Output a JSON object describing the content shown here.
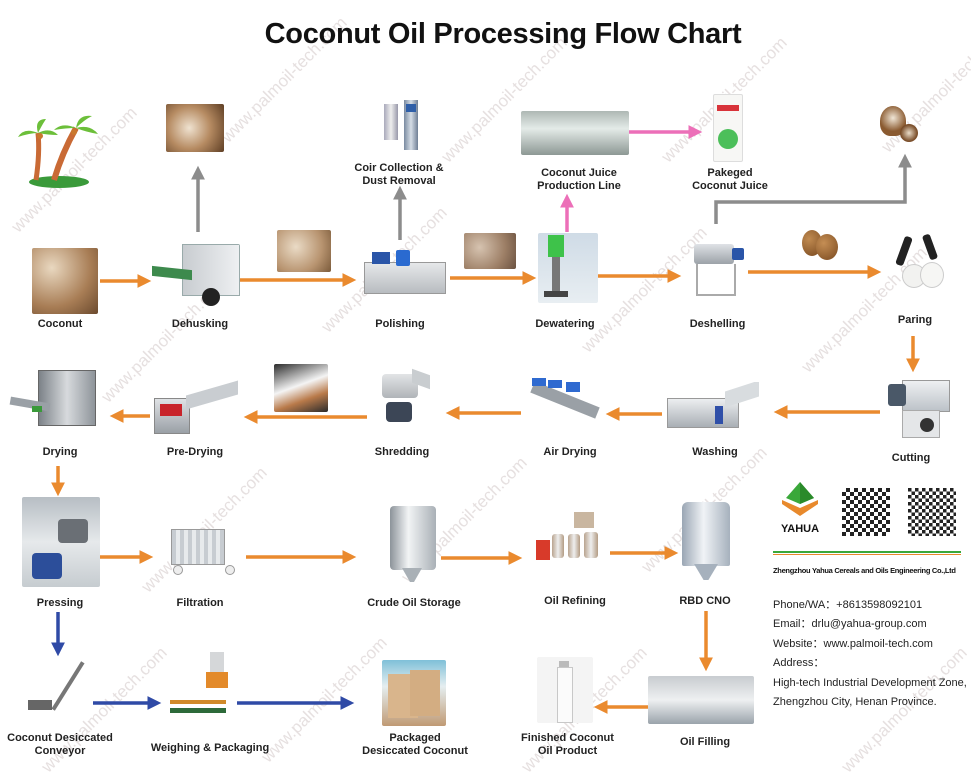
{
  "title": "Coconut Oil Processing Flow Chart",
  "watermark": "www.palmoil-tech.com",
  "colors": {
    "main_flow": "#ea8a2e",
    "byproduct": "#8c8c8c",
    "juice": "#ec6fb8",
    "desiccated": "#2f4aa6",
    "logo_green": "#3aa83a",
    "logo_orange": "#e8892c"
  },
  "nodes": {
    "coconut_tree": {
      "label": ""
    },
    "coconut": {
      "label": "Coconut"
    },
    "husk": {
      "label": ""
    },
    "dehusking": {
      "label": "Dehusking"
    },
    "dehusked": {
      "label": ""
    },
    "coir": {
      "label": "Coir Collection &",
      "label2": "Dust Removal"
    },
    "polishing": {
      "label": "Polishing"
    },
    "polished": {
      "label": ""
    },
    "juice_line": {
      "label": "Coconut Juice",
      "label2": "Production Line"
    },
    "packed_juice": {
      "label": "Pakeged",
      "label2": "Coconut Juice"
    },
    "dewatering": {
      "label": "Dewatering"
    },
    "deshelling": {
      "label": "Deshelling"
    },
    "shells": {
      "label": ""
    },
    "kernels": {
      "label": ""
    },
    "paring": {
      "label": "Paring"
    },
    "cutting": {
      "label": "Cutting"
    },
    "washing": {
      "label": "Washing"
    },
    "air_drying": {
      "label": "Air Drying"
    },
    "shredding": {
      "label": "Shredding"
    },
    "shreds": {
      "label": ""
    },
    "pre_drying": {
      "label": "Pre-Drying"
    },
    "drying": {
      "label": "Drying"
    },
    "pressing": {
      "label": "Pressing"
    },
    "filtration": {
      "label": "Filtration"
    },
    "crude_storage": {
      "label": "Crude Oil Storage"
    },
    "oil_refining": {
      "label": "Oil Refining"
    },
    "rbd_cno": {
      "label": "RBD CNO"
    },
    "oil_filling": {
      "label": "Oil Filling"
    },
    "finished_oil": {
      "label": "Finished Coconut",
      "label2": "Oil Product"
    },
    "desiccated_conveyor": {
      "label": "Coconut Desiccated",
      "label2": "Conveyor"
    },
    "weighing": {
      "label": "Weighing & Packaging"
    },
    "packaged_desiccated": {
      "label": "Packaged",
      "label2": "Desiccated Coconut"
    }
  },
  "company": {
    "logo_text": "YAHUA",
    "name": "Zhengzhou Yahua Cereals and Oils Engineering Co.,Ltd",
    "phone": "Phone/WA：+8613598092101",
    "email": "Email：drlu@yahua-group.com",
    "website": "Website：www.palmoil-tech.com",
    "address_label": "Address：",
    "address_line1": "High-tech Industrial Development Zone,",
    "address_line2": "Zhengzhou City, Henan Province.",
    "qr_codes": [
      "whatsapp-qr",
      "wechat-qr"
    ]
  }
}
